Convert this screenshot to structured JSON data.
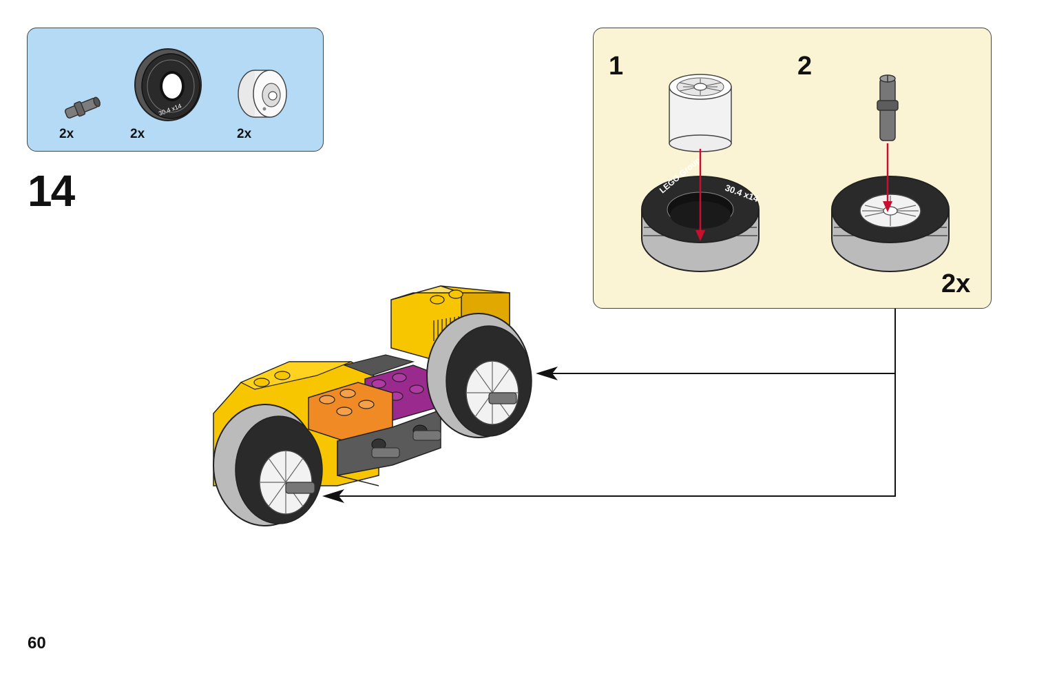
{
  "parts_list": {
    "items": [
      {
        "icon": "axle-pin-icon",
        "quantity": "2x"
      },
      {
        "icon": "tire-icon",
        "quantity": "2x"
      },
      {
        "icon": "wheel-rim-icon",
        "quantity": "2x"
      }
    ]
  },
  "step": {
    "number": "14"
  },
  "sub_assembly": {
    "steps": [
      {
        "number": "1",
        "icon": "rim-into-tire-icon"
      },
      {
        "number": "2",
        "icon": "pin-into-wheel-icon"
      }
    ],
    "multiplier": "2x",
    "tire_text": "30.4 x14",
    "brand_text": "LEGO Group"
  },
  "model": {
    "icon": "yellow-car-chassis-icon"
  },
  "colors": {
    "parts_background": "#b4daf6",
    "sub_assembly_background": "#fbf4d4",
    "insert_arrow": "#c8102e",
    "brick_yellow": "#f7c600",
    "brick_orange": "#f08a24",
    "brick_purple": "#9b2a8f",
    "brick_gray": "#5a5a5a",
    "tire_black": "#2a2a2a"
  },
  "page": {
    "number": "60"
  }
}
